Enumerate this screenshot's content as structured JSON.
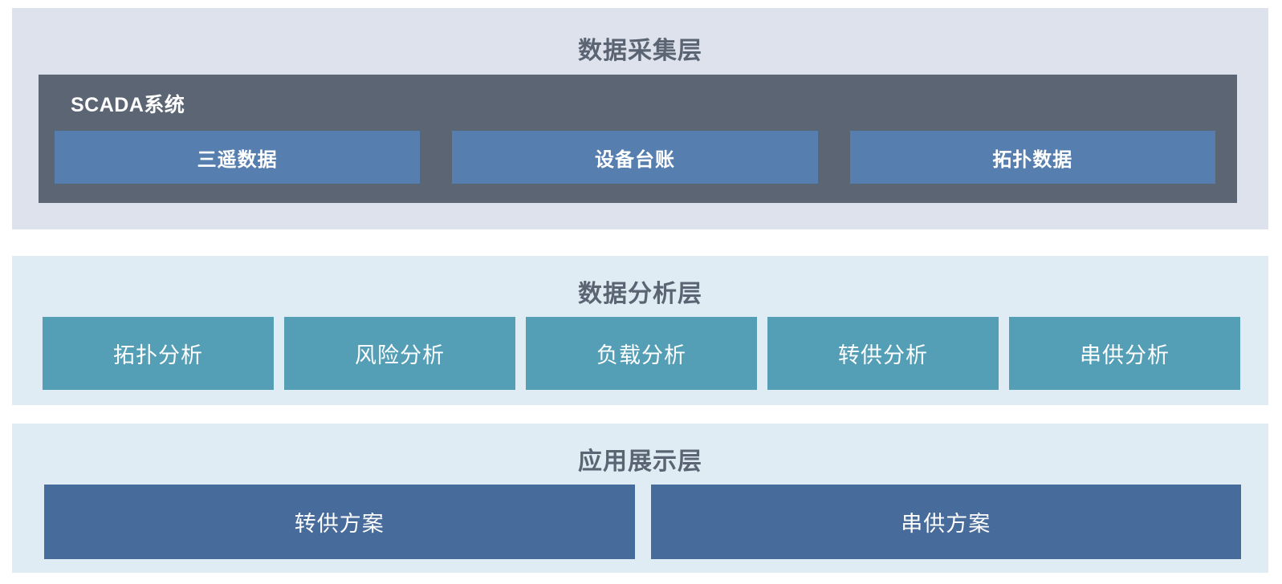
{
  "diagram": {
    "type": "layered-architecture",
    "language": "zh-CN"
  },
  "layers": {
    "collection": {
      "title": "数据采集层",
      "scada": {
        "title": "SCADA系统",
        "boxes": [
          "三遥数据",
          "设备台账",
          "拓扑数据"
        ]
      }
    },
    "analysis": {
      "title": "数据分析层",
      "boxes": [
        "拓扑分析",
        "风险分析",
        "负载分析",
        "转供分析",
        "串供分析"
      ]
    },
    "application": {
      "title": "应用展示层",
      "boxes": [
        "转供方案",
        "串供方案"
      ]
    }
  },
  "colors": {
    "page_background": "#ffffff",
    "collection_layer_bg": "#dee2ec",
    "analysis_layer_bg": "#dfecf3",
    "application_layer_bg": "#dfecf3",
    "scada_panel_bg": "#5b6574",
    "scada_sub_box_bg": "#567fb0",
    "analysis_box_bg": "#549eb6",
    "application_box_bg": "#476b9a",
    "layer_title_text": "#5a6472",
    "box_text": "#ffffff"
  }
}
